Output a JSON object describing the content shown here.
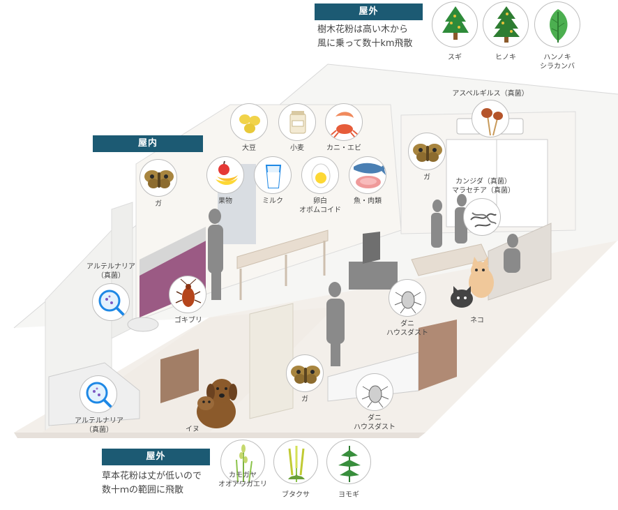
{
  "top": {
    "header": "屋外",
    "note_line1": "樹木花粉は高い木から",
    "note_line2": "風に乗って数十km飛散",
    "items": [
      {
        "label": "スギ",
        "icon": "cedar-tree-icon"
      },
      {
        "label": "ヒノキ",
        "icon": "cypress-tree-icon"
      },
      {
        "label": "ハンノキ\nシラカンバ",
        "icon": "leaf-icon"
      }
    ]
  },
  "indoor": {
    "header": "屋内"
  },
  "bottom": {
    "header": "屋外",
    "note_line1": "草本花粉は丈が低いので",
    "note_line2": "数十ｍの範囲に飛散",
    "items": [
      {
        "label": "カモガヤ\nオオアワガエリ",
        "icon": "orchard-grass-icon"
      },
      {
        "label": "ブタクサ",
        "icon": "ragweed-icon"
      },
      {
        "label": "ヨモギ",
        "icon": "mugwort-icon"
      }
    ]
  },
  "allergens": {
    "soybean": "大豆",
    "wheat": "小麦",
    "crab_shrimp": "カニ・エビ",
    "fruit": "果物",
    "milk": "ミルク",
    "egg_white": "卵白\nオボムコイド",
    "fish_meat": "魚・肉類",
    "moth_kitchen": "ガ",
    "moth_window": "ガ",
    "moth_floor": "ガ",
    "aspergillus": "アスペルギルス（真菌）",
    "candida": "カンジダ（真菌）\nマラセチア（真菌）",
    "alternaria_toilet": "アルテルナリア\n（真菌）",
    "alternaria_bath": "アルテルナリア\n（真菌）",
    "cockroach": "ゴキブリ",
    "mite_living": "ダニ\nハウスダスト",
    "mite_bedroom": "ダニ\nハウスダスト",
    "cat": "ネコ",
    "dog": "イヌ"
  },
  "colors": {
    "header_bg": "#1c5a73",
    "tree_green": "#2e8b3a",
    "cabinet_purple": "#9b5a84",
    "silhouette": "#8a8a8a"
  }
}
